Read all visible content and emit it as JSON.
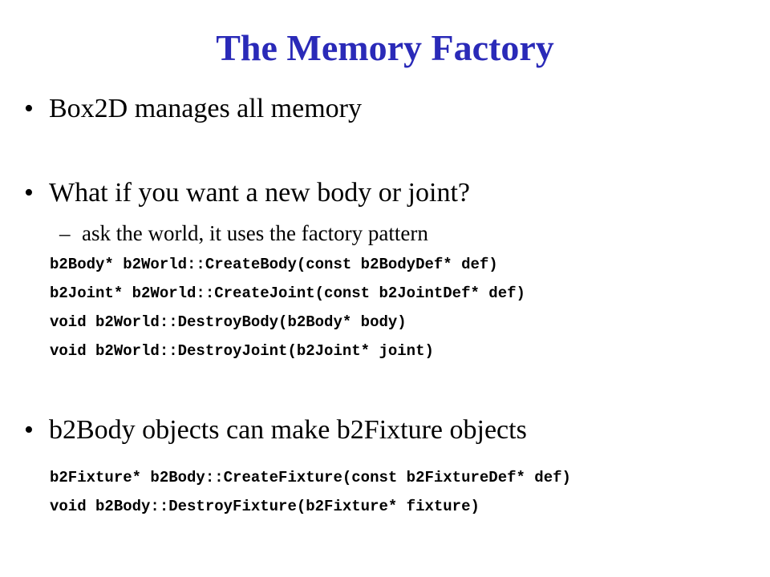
{
  "slide": {
    "title": "The Memory Factory",
    "bullet_glyph": "•",
    "dash_glyph": "–",
    "bullets": [
      {
        "text": "Box2D manages all memory"
      },
      {
        "text": "What if you want a new body or joint?"
      },
      {
        "text": "b2Body objects can make b2Fixture objects"
      }
    ],
    "sub_bullet": "ask the world, it uses the factory pattern",
    "world_code": [
      "b2Body* b2World::CreateBody(const b2BodyDef* def)",
      "b2Joint* b2World::CreateJoint(const b2JointDef* def)",
      "void b2World::DestroyBody(b2Body* body)",
      "void b2World::DestroyJoint(b2Joint* joint)"
    ],
    "body_code": [
      "b2Fixture* b2Body::CreateFixture(const b2FixtureDef* def)",
      "void b2Body::DestroyFixture(b2Fixture* fixture)"
    ]
  }
}
